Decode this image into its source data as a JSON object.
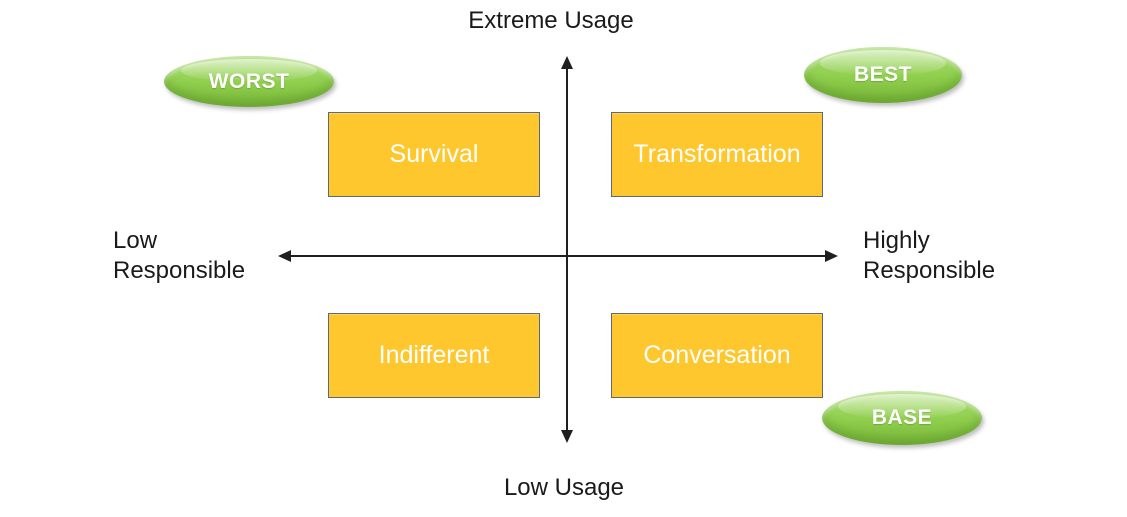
{
  "axes": {
    "top_label": "Extreme Usage",
    "bottom_label": "Low Usage",
    "left_label": {
      "line1": "Low",
      "line2": "Responsible"
    },
    "right_label": {
      "line1": "Highly",
      "line2": "Responsible"
    }
  },
  "quadrants": {
    "top_left": "Survival",
    "top_right": "Transformation",
    "bottom_left": "Indifferent",
    "bottom_right": "Conversation"
  },
  "badges": {
    "worst": "WORST",
    "best": "BEST",
    "base": "BASE"
  },
  "colors": {
    "background": "#FFFFFF",
    "box-fill": "#FFC72E",
    "box-border": "#5F6877",
    "box-text": "#FFFFFF",
    "badge-green": "#8FCE4C",
    "badge-green-light": "#AADD74",
    "badge-green-dark": "#7AB83A",
    "badge-text": "#FFFFFF",
    "axis-color": "#1F1F1F",
    "label-color": "#1A1A1A"
  }
}
